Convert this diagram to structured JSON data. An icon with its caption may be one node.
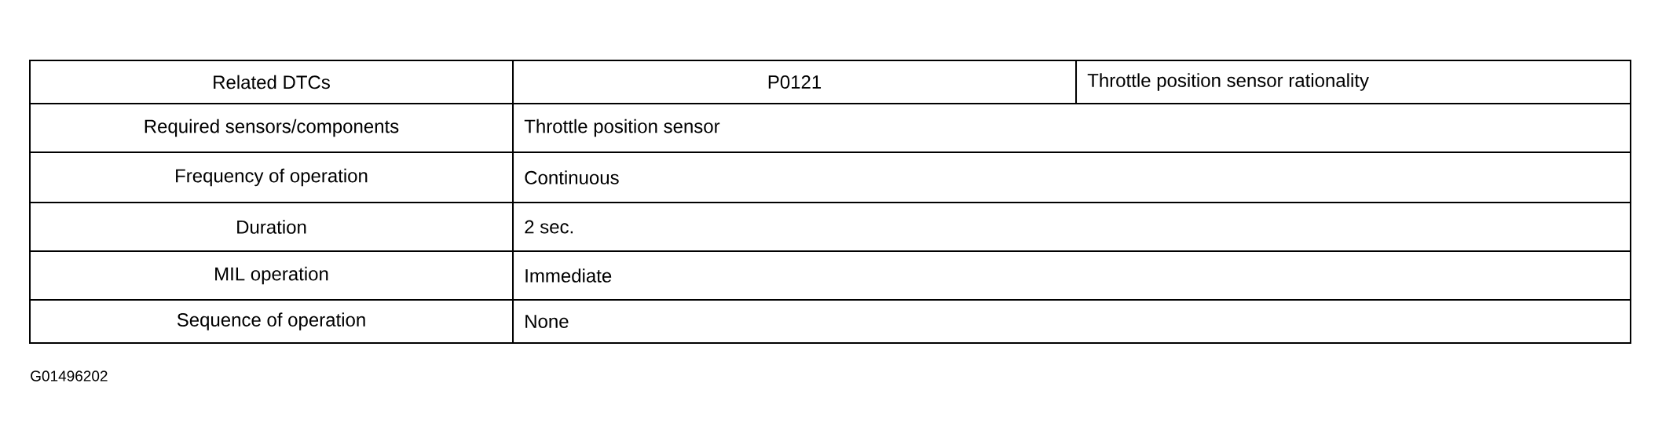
{
  "diagram": {
    "labels": [
      "Related DTCs",
      "P0121",
      "Throttle position sensor rationality",
      "Required sensors/components",
      "Throttle position sensor",
      "Frequency of operation",
      "Continuous",
      "Duration",
      "2 sec.",
      "MIL operation",
      "Immediate",
      "Sequence of operation",
      "None",
      "G01496202"
    ]
  }
}
